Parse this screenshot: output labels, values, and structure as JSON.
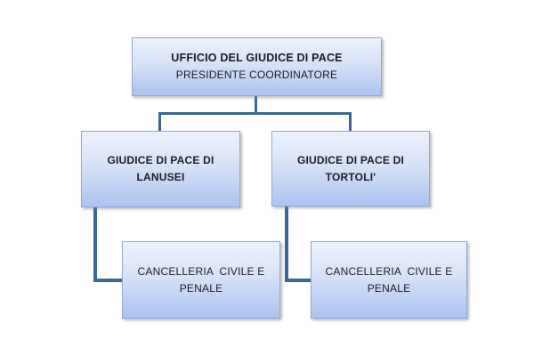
{
  "diagram": {
    "type": "org-chart",
    "title_box": {
      "line1": "UFFICIO DEL GIUDICE DI PACE",
      "line2": "PRESIDENTE COORDINATORE"
    },
    "branch_left_box": {
      "line1": "GIUDICE DI PACE DI",
      "line2": "LANUSEI"
    },
    "branch_right_box": {
      "line1": "GIUDICE DI PACE DI",
      "line2": "TORTOLI'"
    },
    "leaf_left_box": {
      "line1": "CANCELLERIA  CIVILE E",
      "line2": "PENALE"
    },
    "leaf_right_box": {
      "line1": "CANCELLERIA  CIVILE E",
      "line2": "PENALE"
    },
    "colors": {
      "box_fill_top": "#ECF1FC",
      "box_fill_bottom": "#ABC3F0",
      "box_border": "#8FA9D6",
      "connector": "#3A6795",
      "text": "#1B1B26",
      "background": "#FFFFFF"
    }
  }
}
